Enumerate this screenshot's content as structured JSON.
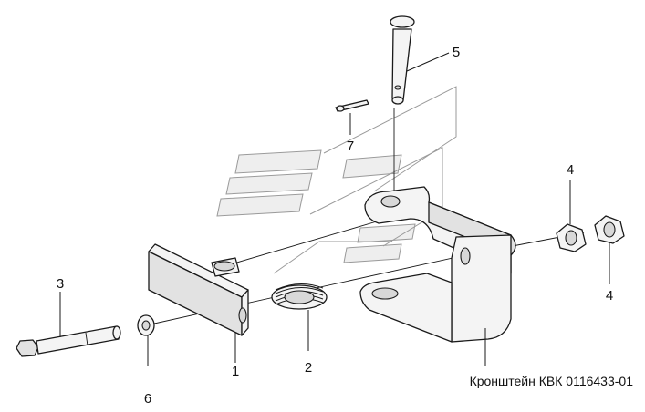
{
  "callouts": {
    "c1": "1",
    "c2": "2",
    "c3": "3",
    "c4_top": "4",
    "c4_bottom": "4",
    "c5": "5",
    "c6": "6",
    "c7": "7"
  },
  "caption": "Кронштейн КВК 0116433-01"
}
